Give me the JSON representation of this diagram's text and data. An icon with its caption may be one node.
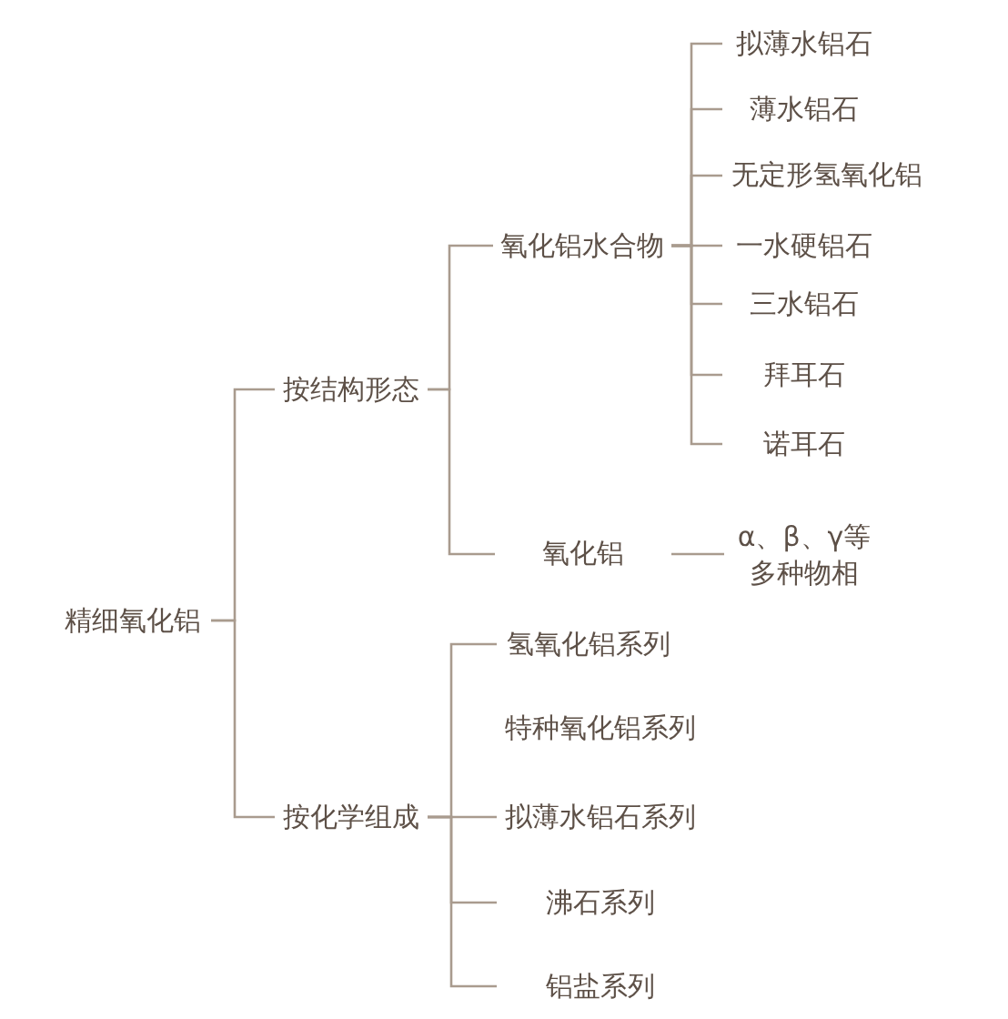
{
  "diagram": {
    "nodes": [
      {
        "text": [
          "精细氧化铝"
        ]
      },
      {
        "text": [
          "按结构形态"
        ]
      },
      {
        "text": [
          "氧化铝水合物"
        ]
      },
      {
        "text": [
          "拟薄水铝石"
        ]
      },
      {
        "text": [
          "薄水铝石"
        ]
      },
      {
        "text": [
          "无定形氢氧化铝"
        ]
      },
      {
        "text": [
          "一水硬铝石"
        ]
      },
      {
        "text": [
          "三水铝石"
        ]
      },
      {
        "text": [
          "拜耳石"
        ]
      },
      {
        "text": [
          "诺耳石"
        ]
      },
      {
        "text": [
          "氧化铝"
        ]
      },
      {
        "text": [
          "α、β、γ等多种物相"
        ]
      },
      {
        "text": [
          "按化学组成"
        ]
      },
      {
        "text": [
          "氢氧化铝系列"
        ]
      },
      {
        "text": [
          "特种氧化铝系列"
        ]
      },
      {
        "text": [
          "拟薄水铝石系列"
        ]
      },
      {
        "text": [
          "沸石系列"
        ]
      },
      {
        "text": [
          "铝盐系列"
        ]
      }
    ],
    "edges": [
      {
        "from": 0,
        "to": 1,
        "arrow": "none"
      },
      {
        "from": 0,
        "to": 12,
        "arrow": "none"
      },
      {
        "from": 1,
        "to": 2,
        "arrow": "none"
      },
      {
        "from": 1,
        "to": 10,
        "arrow": "none"
      },
      {
        "from": 2,
        "to": 3,
        "arrow": "none"
      },
      {
        "from": 2,
        "to": 4,
        "arrow": "none"
      },
      {
        "from": 2,
        "to": 5,
        "arrow": "none"
      },
      {
        "from": 2,
        "to": 6,
        "arrow": "none"
      },
      {
        "from": 2,
        "to": 7,
        "arrow": "none"
      },
      {
        "from": 2,
        "to": 8,
        "arrow": "none"
      },
      {
        "from": 2,
        "to": 9,
        "arrow": "none"
      },
      {
        "from": 10,
        "to": 11,
        "arrow": "none"
      },
      {
        "from": 12,
        "to": 13,
        "arrow": "none"
      },
      {
        "from": 12,
        "to": 15,
        "arrow": "none"
      },
      {
        "from": 12,
        "to": 16,
        "arrow": "none"
      },
      {
        "from": 12,
        "to": 17,
        "arrow": "none"
      }
    ]
  }
}
